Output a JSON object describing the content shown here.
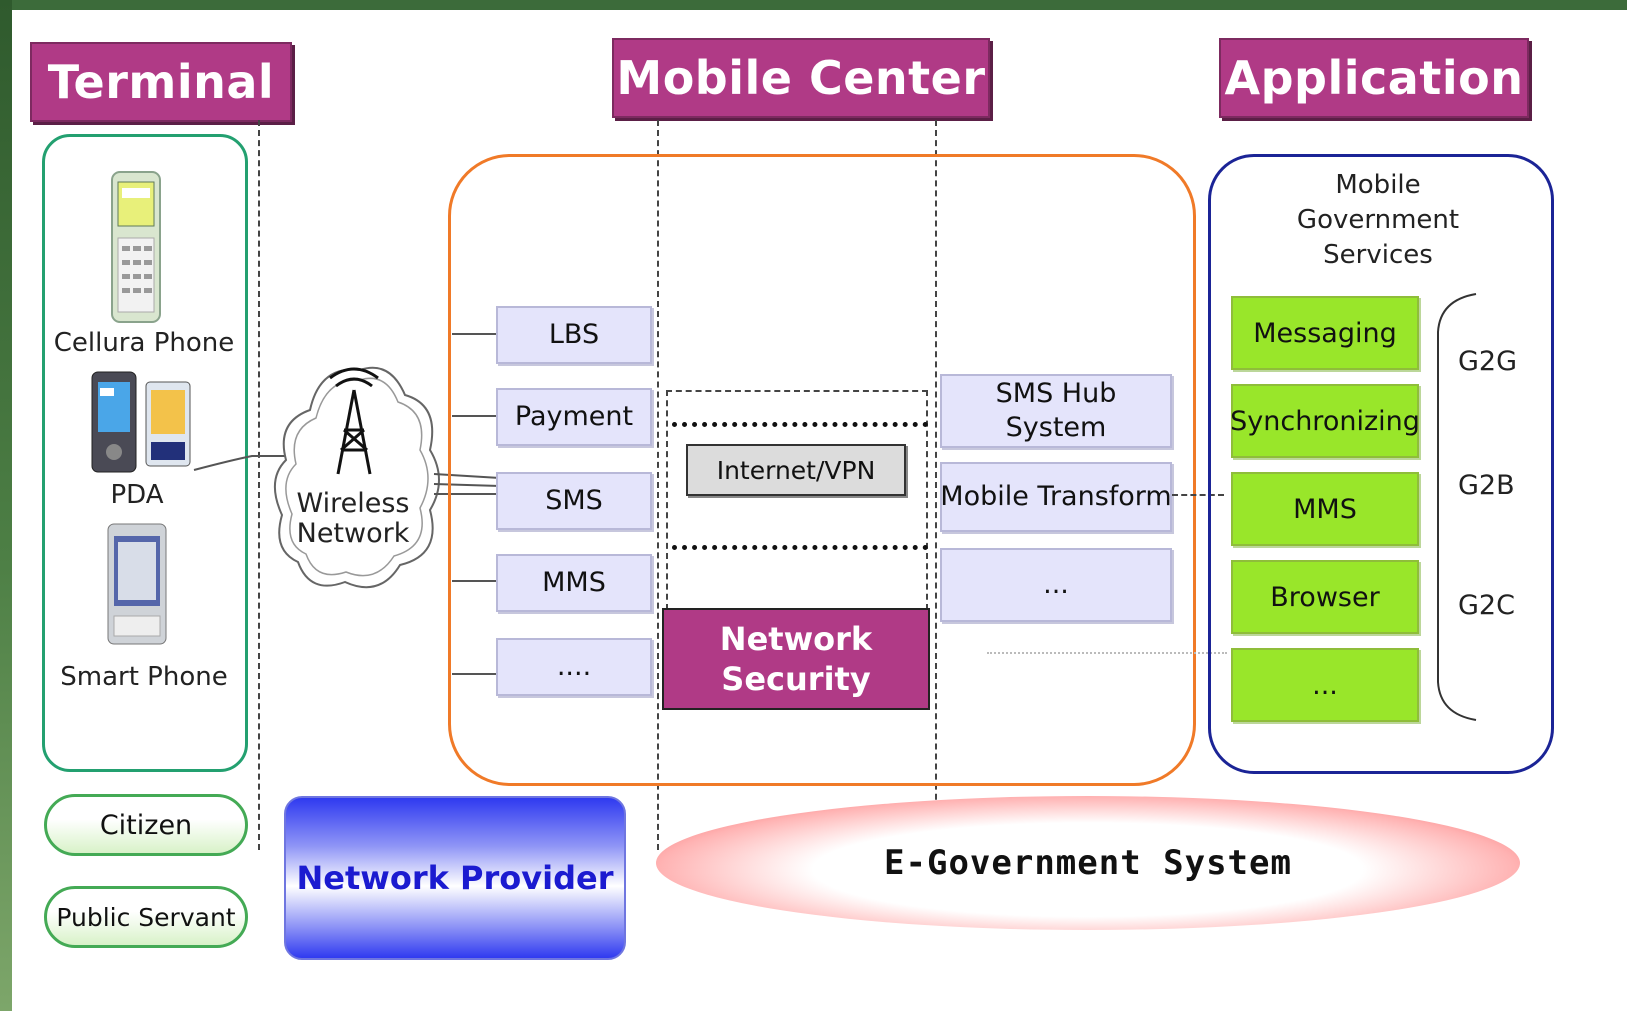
{
  "headers": {
    "terminal": "Terminal",
    "mobile_center": "Mobile Center",
    "application": "Application"
  },
  "terminal": {
    "cellular": "Cellura Phone",
    "pda": "PDA",
    "smart": "Smart Phone"
  },
  "roles": {
    "citizen": "Citizen",
    "servant": "Public Servant"
  },
  "network": {
    "wireless": [
      "Wireless",
      "Network"
    ],
    "provider": "Network Provider"
  },
  "mobile_center": {
    "services": [
      "LBS",
      "Payment",
      "SMS",
      "MMS",
      "...."
    ],
    "internet": "Internet/VPN",
    "security": [
      "Network",
      "Security"
    ],
    "right": {
      "sms_hub": [
        "SMS Hub",
        "System"
      ],
      "transform": "Mobile Transform",
      "more": "..."
    }
  },
  "application": {
    "title": [
      "Mobile",
      "Government",
      "Services"
    ],
    "items": [
      "Messaging",
      "Synchronizing",
      "MMS",
      "Browser",
      "..."
    ],
    "tags": [
      "G2G",
      "G2B",
      "G2C"
    ]
  },
  "egov": "E-Government System",
  "colors": {
    "header": "#b03a86",
    "green": "#99e62a",
    "orange": "#f07a28",
    "blue": "#1b2496",
    "service": "#e4e4fb"
  }
}
